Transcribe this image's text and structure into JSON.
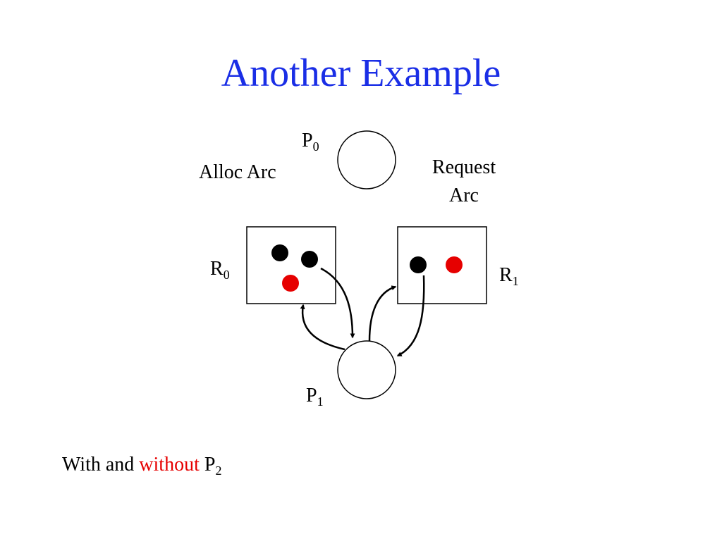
{
  "title": "Another Example",
  "labels": {
    "p0": {
      "name": "P",
      "sub": "0"
    },
    "p1": {
      "name": "P",
      "sub": "1"
    },
    "r0": {
      "name": "R",
      "sub": "0"
    },
    "r1": {
      "name": "R",
      "sub": "1"
    },
    "alloc_arc": "Alloc Arc",
    "request_arc_line1": "Request",
    "request_arc_line2": "Arc"
  },
  "footer": {
    "text_a": "With and ",
    "text_red": "without",
    "text_b": " P",
    "sub": "2"
  },
  "colors": {
    "title": "#1a2ee6",
    "free_instance": "#e60000",
    "held_instance": "#000000",
    "footer_highlight": "#e60000"
  }
}
